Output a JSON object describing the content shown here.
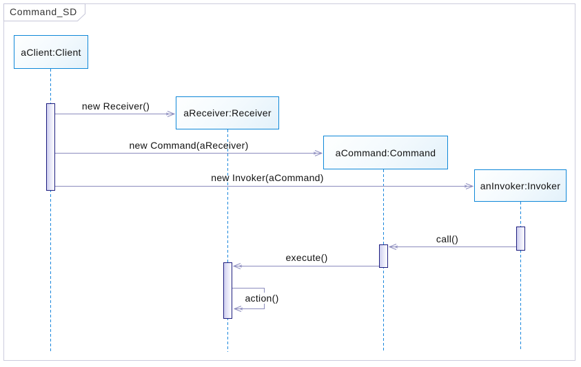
{
  "frame": {
    "title": "Command_SD"
  },
  "colors": {
    "frame_border": "#ccccdd",
    "head_box_border": "#0d87d8",
    "head_box_fill": "#e9f4fb",
    "lifeline": "#1886dc",
    "activation_border": "#1b1b7e",
    "activation_fill": "#cfcfef",
    "arrow": "#8b8bbd",
    "text": "#111111"
  },
  "lifelines": [
    {
      "id": "aClient",
      "label": "aClient:Client"
    },
    {
      "id": "aReceiver",
      "label": "aReceiver:Receiver"
    },
    {
      "id": "aCommand",
      "label": "aCommand:Command"
    },
    {
      "id": "anInvoker",
      "label": "anInvoker:Invoker"
    }
  ],
  "messages": [
    {
      "label": "new Receiver()",
      "from": "aClient",
      "to": "aReceiver",
      "type": "create"
    },
    {
      "label": "new Command(aReceiver)",
      "from": "aClient",
      "to": "aCommand",
      "type": "create"
    },
    {
      "label": "new Invoker(aCommand)",
      "from": "aClient",
      "to": "anInvoker",
      "type": "create"
    },
    {
      "label": "call()",
      "from": "anInvoker",
      "to": "aCommand",
      "type": "call"
    },
    {
      "label": "execute()",
      "from": "aCommand",
      "to": "aReceiver",
      "type": "call"
    },
    {
      "label": "action()",
      "from": "aReceiver",
      "to": "aReceiver",
      "type": "self"
    }
  ]
}
